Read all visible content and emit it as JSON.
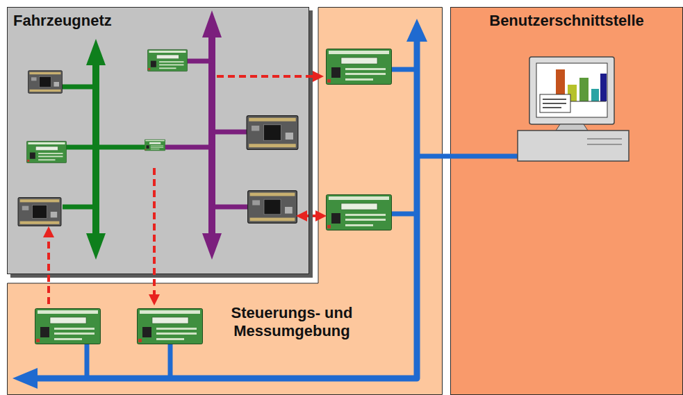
{
  "diagram": {
    "nodes": [
      {
        "text": [
          "Fahrzeugnetz"
        ]
      },
      {
        "text": [
          "Benutzerschnittstelle"
        ]
      },
      {
        "text": [
          "Steuerungs- und Messumgebung"
        ]
      }
    ]
  }
}
